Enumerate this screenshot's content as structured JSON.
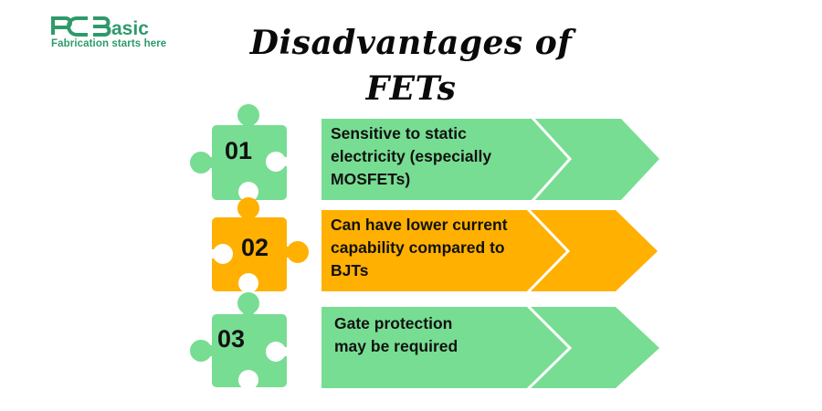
{
  "logo": {
    "brand": "PCBasic",
    "brand_prefix": "PCB",
    "brand_suffix": "asic",
    "tagline": "Fabrication starts here",
    "color": "#2e9a6a"
  },
  "title": {
    "line1": "Disadvantages of",
    "line2": "FETs"
  },
  "colors": {
    "green": "#77dd92",
    "orange": "#ffb000",
    "divider": "#ffffff"
  },
  "items": [
    {
      "number": "01",
      "color": "green",
      "lines": [
        "Sensitive to static",
        "electricity (especially",
        "MOSFETs)"
      ]
    },
    {
      "number": "02",
      "color": "orange",
      "lines": [
        "Can have lower current",
        "capability compared to",
        "BJTs"
      ]
    },
    {
      "number": "03",
      "color": "green",
      "lines": [
        "Gate protection",
        "may be required"
      ]
    }
  ]
}
